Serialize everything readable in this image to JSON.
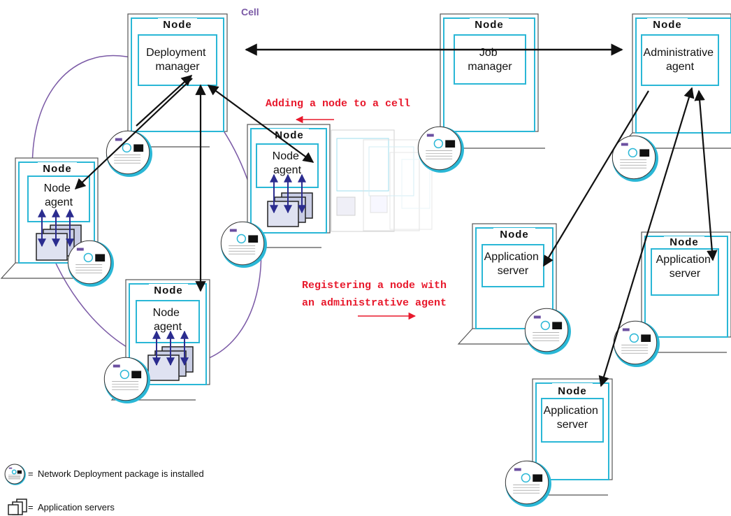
{
  "cell_label": "Cell",
  "node_label": "Node",
  "nodes": {
    "deployment_manager": [
      "Deployment",
      "manager"
    ],
    "job_manager": [
      "Job",
      "manager"
    ],
    "administrative_agent": [
      "Administrative",
      "agent"
    ],
    "node_agent_left": [
      "Node",
      "agent"
    ],
    "node_agent_center": [
      "Node",
      "agent"
    ],
    "node_agent_bottom": [
      "Node",
      "agent"
    ],
    "app_server_mid": [
      "Application",
      "server"
    ],
    "app_server_right": [
      "Application",
      "server"
    ],
    "app_server_bottom": [
      "Application",
      "server"
    ]
  },
  "annotations": {
    "adding_node": "Adding a node to a cell",
    "registering_line1": "Registering a node with",
    "registering_line2": "an administrative agent"
  },
  "legend": {
    "nd_package": "Network Deployment package is installed",
    "app_servers": "Application servers",
    "equals": "="
  },
  "colors": {
    "box_border": "#2ab7d6",
    "arrow_black": "#111111",
    "arrow_blue": "#2b2c8f",
    "red_text": "#e8192c",
    "cell_purple": "#7b5aa6",
    "cd_ring": "#2ab7d6"
  }
}
